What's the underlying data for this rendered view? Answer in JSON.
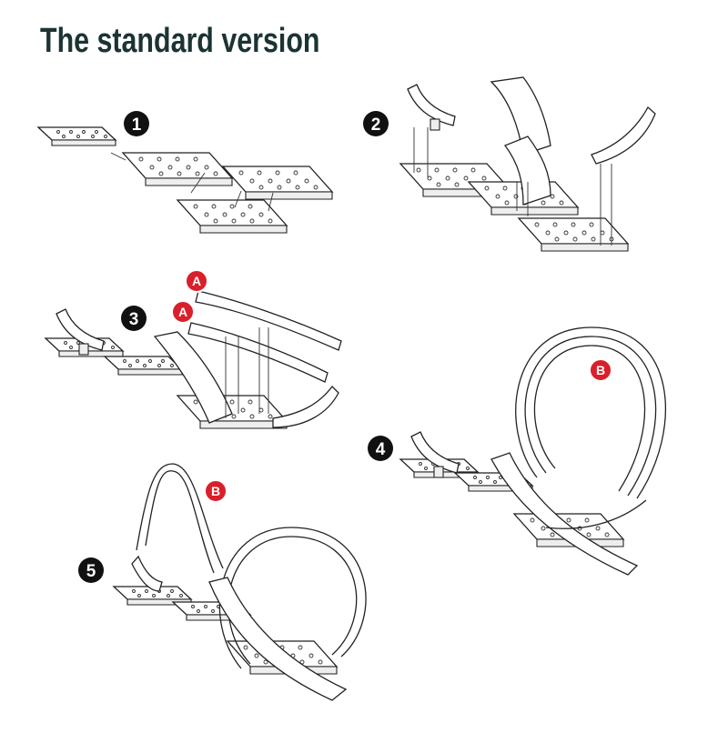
{
  "title": "The standard version",
  "steps": [
    {
      "number": "1"
    },
    {
      "number": "2"
    },
    {
      "number": "3",
      "labels": [
        "A",
        "A"
      ]
    },
    {
      "number": "4",
      "labels": [
        "B"
      ]
    },
    {
      "number": "5",
      "labels": [
        "B"
      ]
    }
  ],
  "colors": {
    "title": "#1c3333",
    "label": "#d9202a",
    "marker": "#111111"
  }
}
